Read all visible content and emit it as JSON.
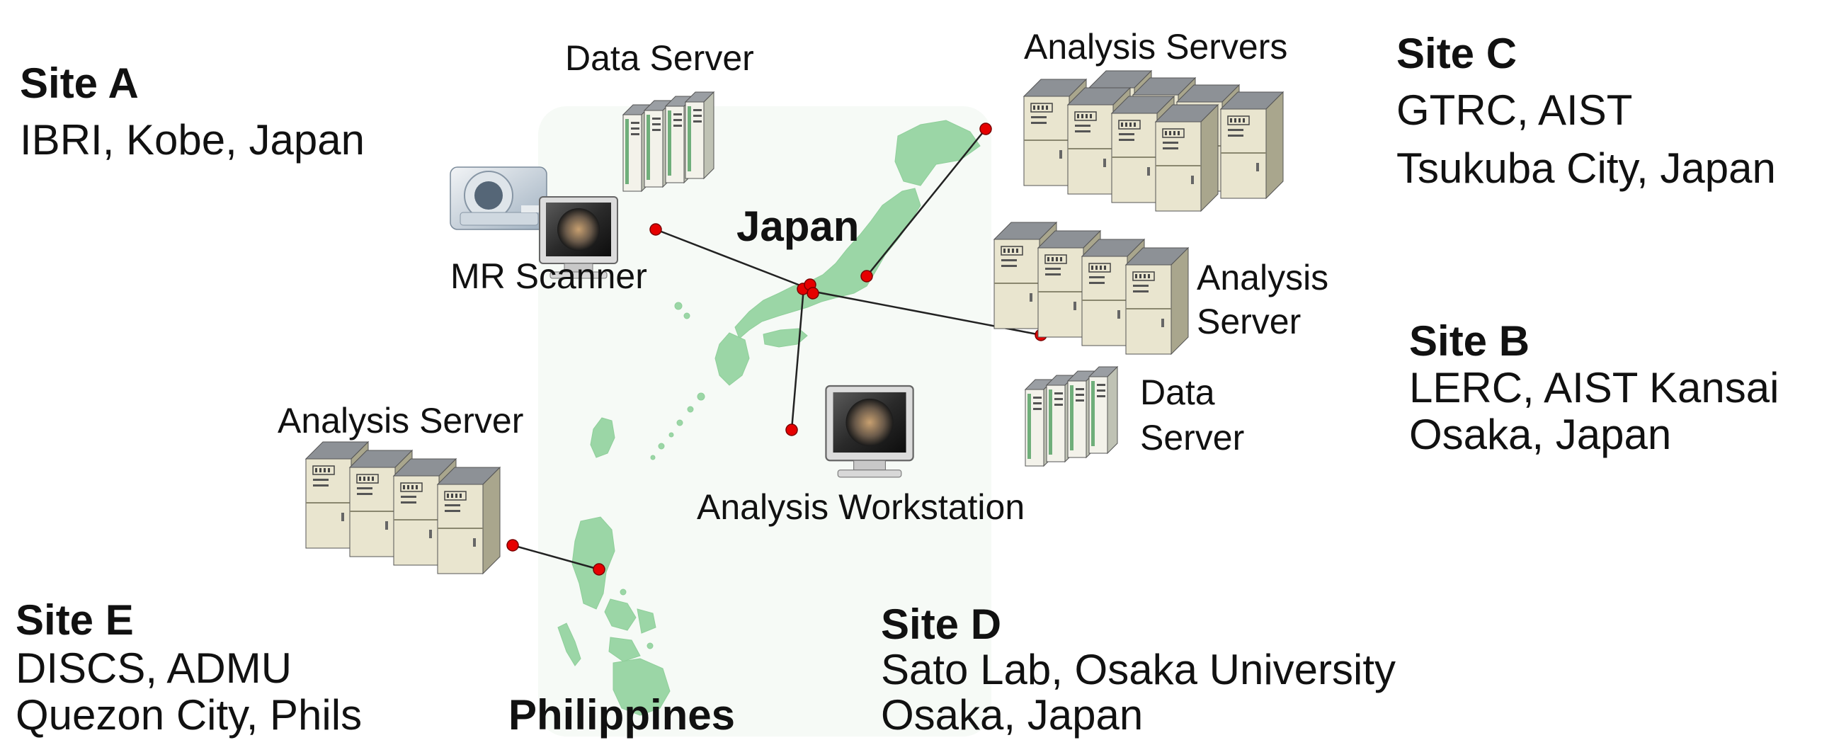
{
  "sites": {
    "a": {
      "title": "Site A",
      "lines": [
        "IBRI, Kobe, Japan"
      ]
    },
    "b": {
      "title": "Site B",
      "lines": [
        "LERC, AIST Kansai",
        "Osaka, Japan"
      ]
    },
    "c": {
      "title": "Site C",
      "lines": [
        "GTRC, AIST",
        "Tsukuba City, Japan"
      ]
    },
    "d": {
      "title": "Site D",
      "lines": [
        "Sato Lab, Osaka University",
        "Osaka, Japan"
      ]
    },
    "e": {
      "title": "Site E",
      "lines": [
        "DISCS, ADMU",
        "Quezon City, Phils"
      ]
    }
  },
  "devices": {
    "a_data_server": "Data Server",
    "a_mr_scanner": "MR Scanner",
    "c_analysis_servers": "Analysis Servers",
    "b_analysis_server_1": "Analysis",
    "b_analysis_server_2": "Server",
    "b_data_server_1": "Data",
    "b_data_server_2": "Server",
    "d_workstation": "Analysis Workstation",
    "e_analysis_server": "Analysis Server"
  },
  "countries": {
    "japan": "Japan",
    "philippines": "Philippines"
  },
  "colors": {
    "land": "#9bd6a6",
    "node": "#e60000",
    "link": "#222222",
    "server_body": "#e9e5cf",
    "server_top": "#8d9196"
  }
}
